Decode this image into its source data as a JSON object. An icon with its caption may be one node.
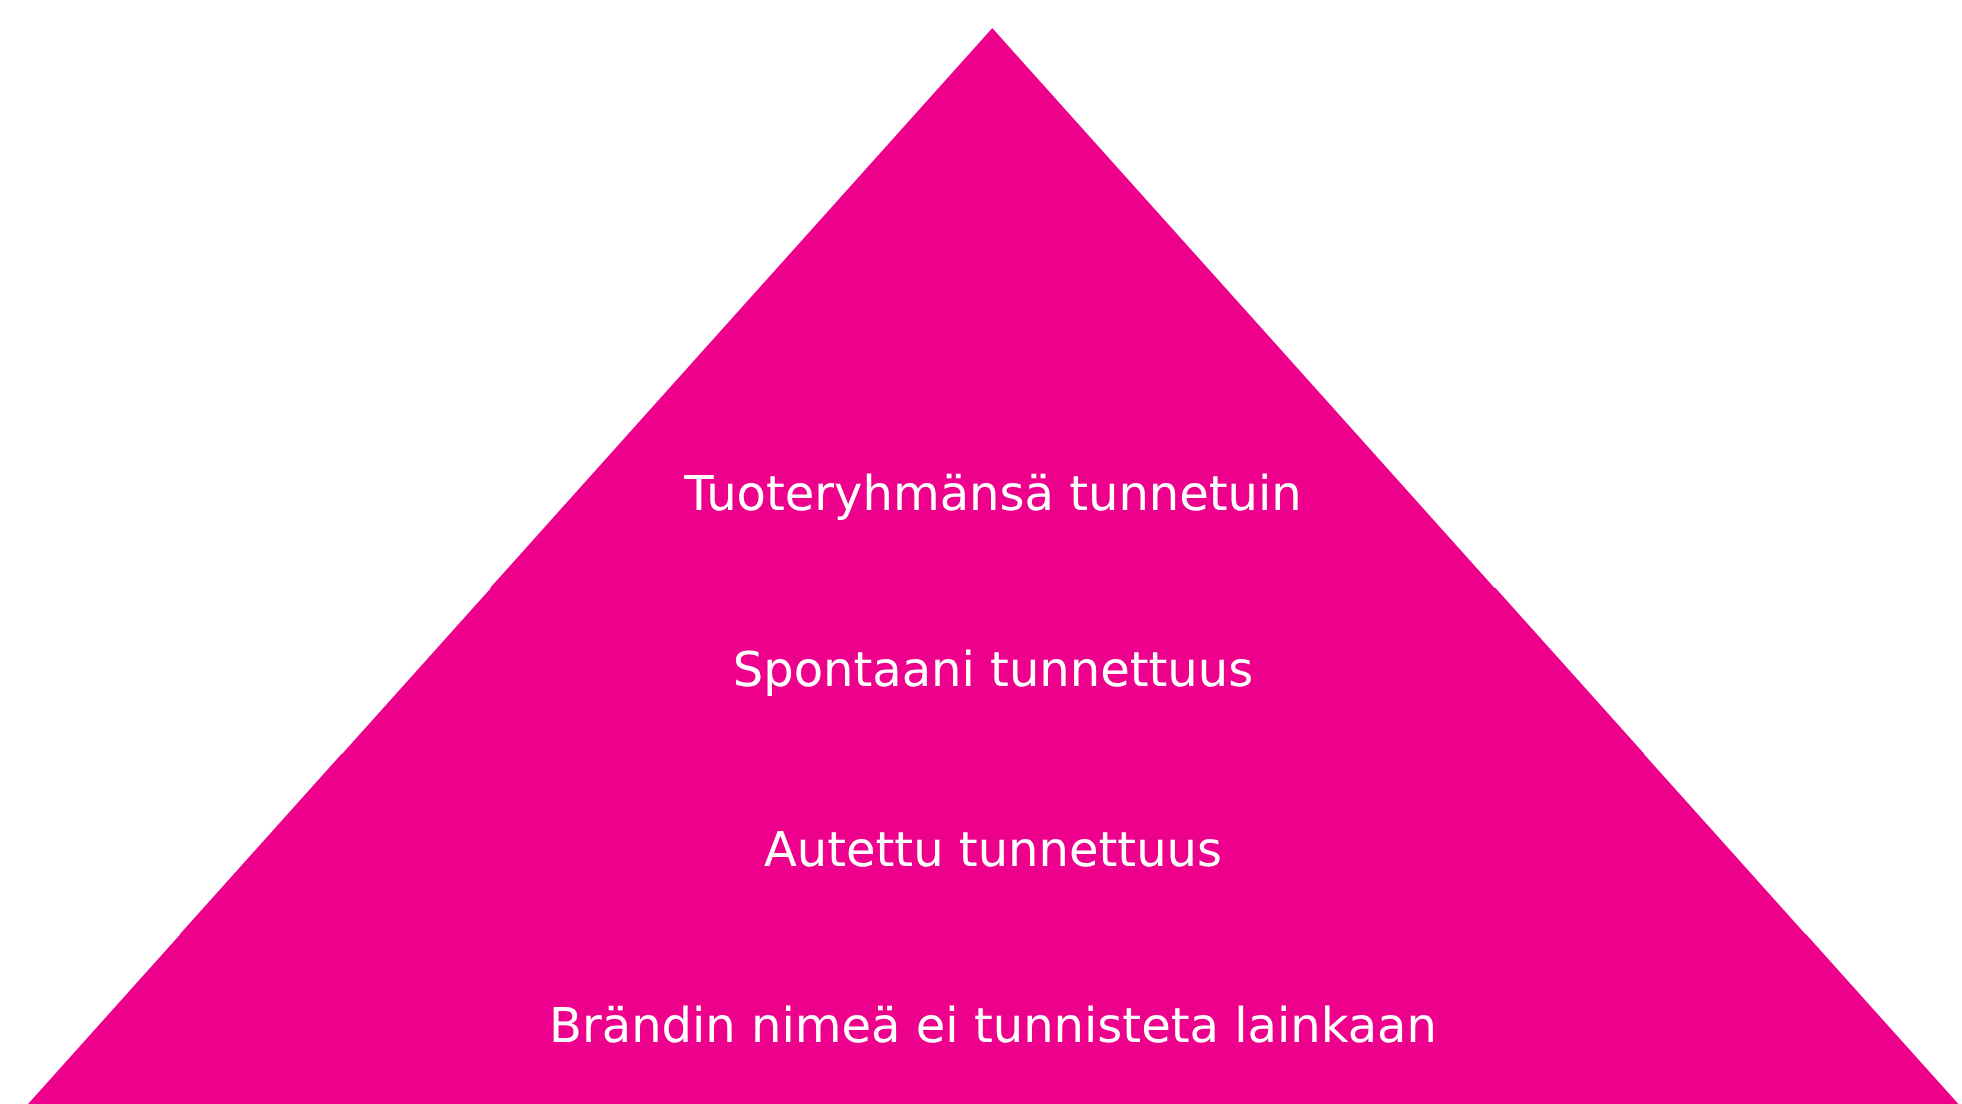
{
  "diagram": {
    "nodes": [
      {
        "text": [
          "Tuoteryhmänsä tunnetuin"
        ]
      },
      {
        "text": [
          "Spontaani tunnettuus"
        ]
      },
      {
        "text": [
          "Autettu tunnettuus"
        ]
      },
      {
        "text": [
          "Brändin nimeä ei tunnisteta lainkaan"
        ]
      }
    ]
  }
}
